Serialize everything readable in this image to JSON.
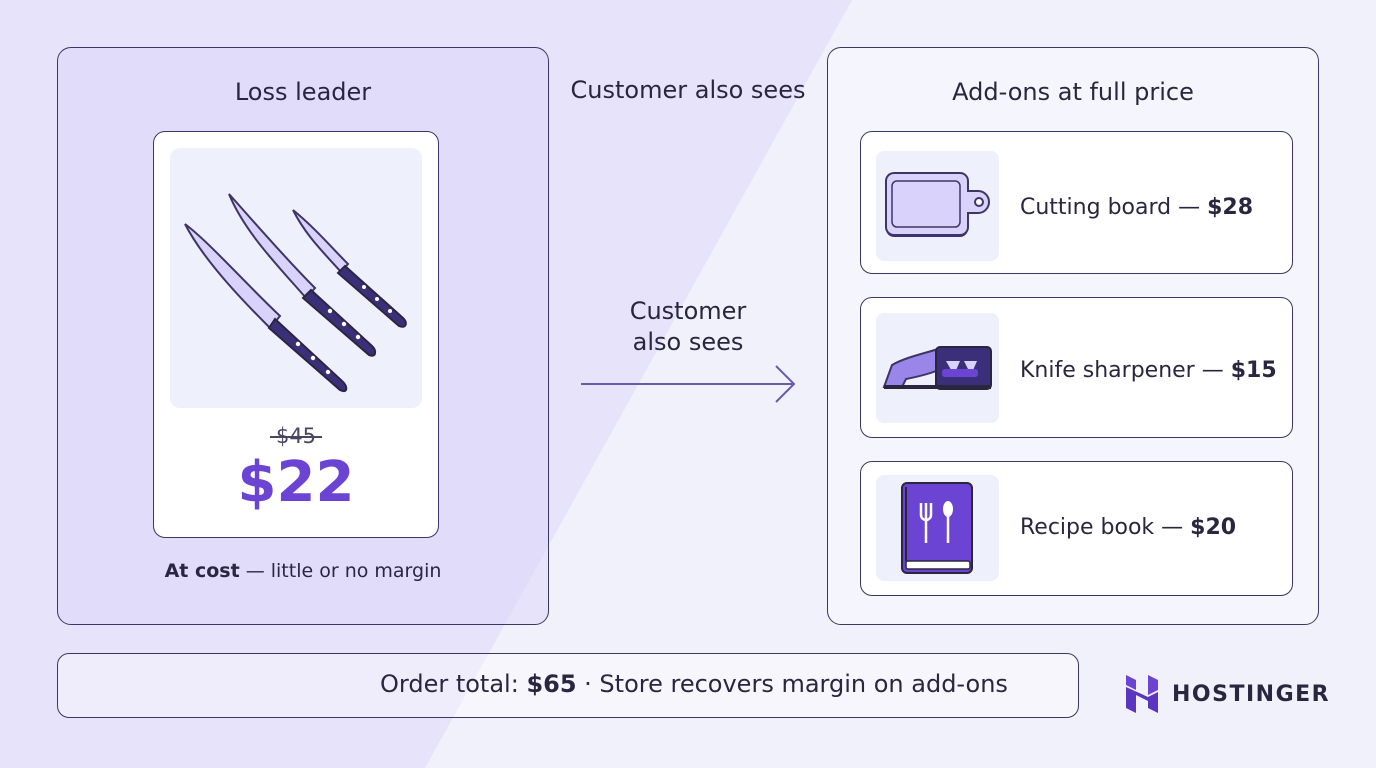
{
  "left_panel": {
    "title": "Loss leader",
    "old_price": "$45",
    "new_price": "$22",
    "caption_bold": "At cost",
    "caption_rest": " — little or no margin"
  },
  "middle": {
    "title": "Customer also sees",
    "arrow_label_line1": "Customer",
    "arrow_label_line2": "also sees"
  },
  "right_panel": {
    "title": "Add-ons at full price",
    "items": [
      {
        "name": "Cutting board — ",
        "price": "$28",
        "icon": "cutting-board-icon"
      },
      {
        "name": "Knife sharpener — ",
        "price": "$15",
        "icon": "knife-sharpener-icon"
      },
      {
        "name": "Recipe book — ",
        "price": "$20",
        "icon": "recipe-book-icon"
      }
    ]
  },
  "footer": {
    "prefix": "Order total: ",
    "total": "$65",
    "suffix": " · Store recovers margin on add-ons"
  },
  "brand": {
    "name": "HOSTINGER",
    "icon": "hostinger-logo-icon"
  },
  "colors": {
    "accent": "#6c44d4",
    "dark": "#2b2640",
    "panel_fill": "#dcd7fa",
    "background": "#f1f1fb"
  }
}
